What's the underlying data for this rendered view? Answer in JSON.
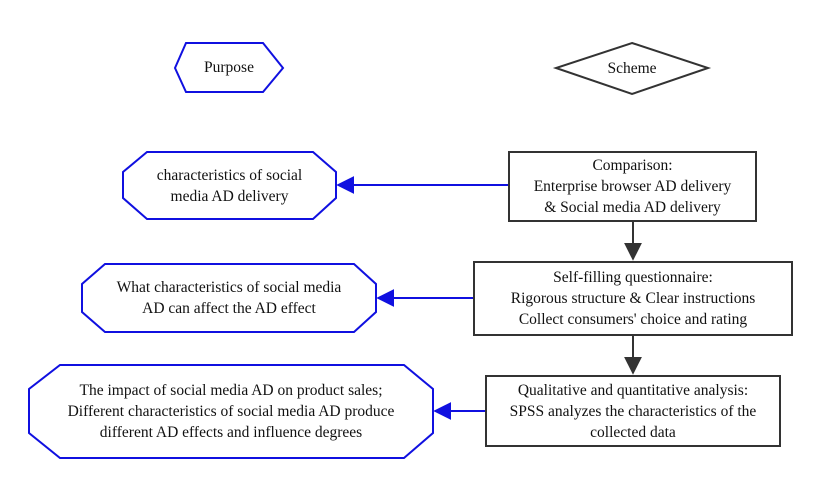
{
  "headers": {
    "purpose": "Purpose",
    "scheme": "Scheme"
  },
  "scheme_steps": [
    {
      "lines": [
        "Comparison:",
        "Enterprise browser AD delivery",
        "& Social media AD delivery"
      ]
    },
    {
      "lines": [
        "Self-filling questionnaire:",
        "Rigorous structure & Clear instructions",
        "Collect consumers' choice and rating"
      ]
    },
    {
      "lines": [
        "Qualitative and quantitative analysis:",
        "SPSS analyzes the characteristics of the",
        "collected data"
      ]
    }
  ],
  "purpose_items": [
    {
      "lines": [
        "characteristics of social",
        "media AD delivery"
      ]
    },
    {
      "lines": [
        "What characteristics of social media",
        "AD can affect the AD effect"
      ]
    },
    {
      "lines": [
        "The impact of social media AD on product sales;",
        "Different characteristics of social media AD produce",
        "different AD effects and influence degrees"
      ]
    }
  ],
  "colors": {
    "purpose_stroke": "#1010e0",
    "scheme_stroke": "#333333",
    "arrow_dark": "#333333",
    "arrow_blue": "#1010e0"
  }
}
